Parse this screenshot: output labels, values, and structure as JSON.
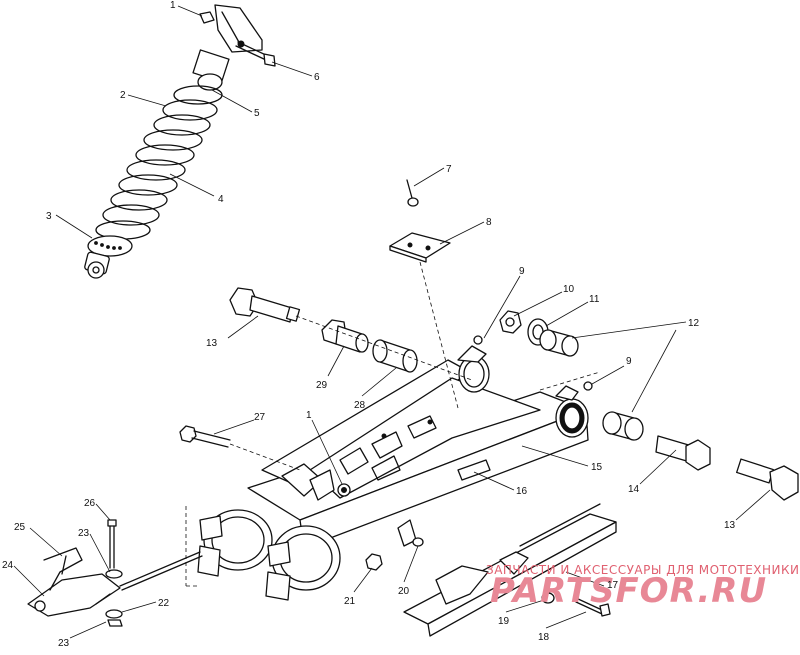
{
  "callouts": [
    {
      "id": "c1a",
      "text": "1"
    },
    {
      "id": "c2",
      "text": "2"
    },
    {
      "id": "c3",
      "text": "3"
    },
    {
      "id": "c4",
      "text": "4"
    },
    {
      "id": "c5",
      "text": "5"
    },
    {
      "id": "c6",
      "text": "6"
    },
    {
      "id": "c7",
      "text": "7"
    },
    {
      "id": "c8",
      "text": "8"
    },
    {
      "id": "c9a",
      "text": "9"
    },
    {
      "id": "c10",
      "text": "10"
    },
    {
      "id": "c11",
      "text": "11"
    },
    {
      "id": "c12",
      "text": "12"
    },
    {
      "id": "c9b",
      "text": "9"
    },
    {
      "id": "c13a",
      "text": "13"
    },
    {
      "id": "c29",
      "text": "29"
    },
    {
      "id": "c28",
      "text": "28"
    },
    {
      "id": "c27",
      "text": "27"
    },
    {
      "id": "c1b",
      "text": "1"
    },
    {
      "id": "c15",
      "text": "15"
    },
    {
      "id": "c16",
      "text": "16"
    },
    {
      "id": "c14",
      "text": "14"
    },
    {
      "id": "c13b",
      "text": "13"
    },
    {
      "id": "c26",
      "text": "26"
    },
    {
      "id": "c25",
      "text": "25"
    },
    {
      "id": "c23a",
      "text": "23"
    },
    {
      "id": "c24",
      "text": "24"
    },
    {
      "id": "c22",
      "text": "22"
    },
    {
      "id": "c23b",
      "text": "23"
    },
    {
      "id": "c21",
      "text": "21"
    },
    {
      "id": "c20",
      "text": "20"
    },
    {
      "id": "c17",
      "text": "17"
    },
    {
      "id": "c19",
      "text": "19"
    },
    {
      "id": "c18",
      "text": "18"
    }
  ],
  "watermark": {
    "tagline": "ЗАПЧАСТИ И АКСЕССУАРЫ ДЛЯ МОТОТЕХНИКИ",
    "brand": "PARTSFOR.RU",
    "color": "#e06070"
  },
  "colors": {
    "ink": "#111111",
    "background": "#ffffff"
  }
}
